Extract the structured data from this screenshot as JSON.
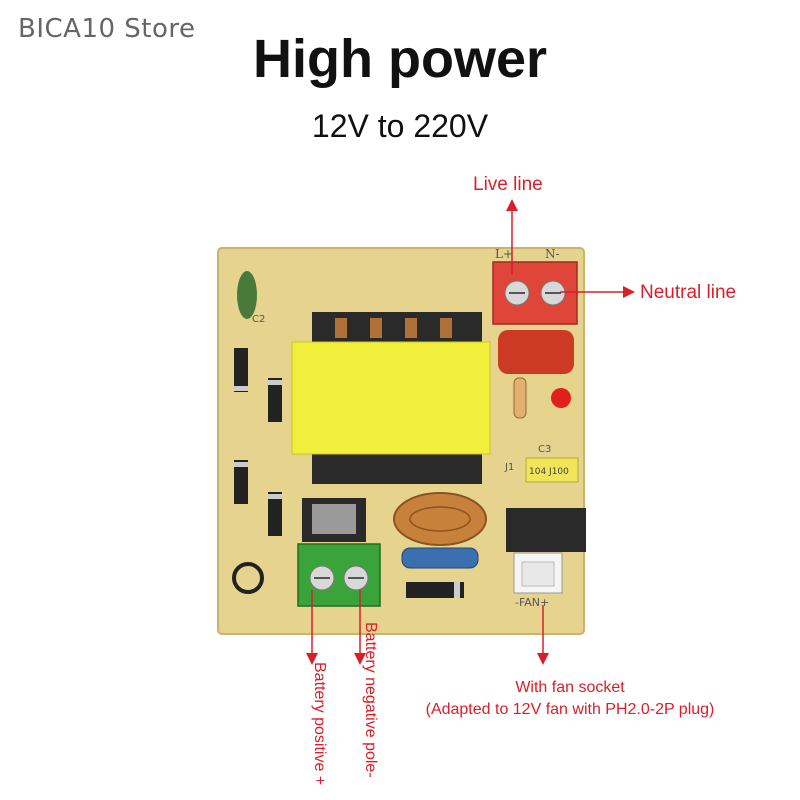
{
  "store": "BICA10 Store",
  "title": "High power",
  "subtitle": "12V to 220V",
  "labels": {
    "live_line": "Live line",
    "neutral_line": "Neutral line",
    "fan_socket": "With fan socket",
    "fan_adapter": "(Adapted to 12V fan with PH2.0-2P plug)",
    "battery_positive": "Battery positive +",
    "battery_negative": "Battery negative pole-"
  },
  "silkscreen": {
    "l_plus": "L+",
    "n_minus": "N-",
    "fan": "-FAN+",
    "c3": "C3",
    "cap_code": "104 J100",
    "c2": "C2",
    "j1": "J1"
  },
  "colors": {
    "pcb": "#e6d38e",
    "label_red": "#d8202a",
    "terminal_red": "#e0453a",
    "terminal_green": "#3aa43a",
    "transformer_yellow": "#f2ee3c",
    "copper": "#c7813a"
  }
}
